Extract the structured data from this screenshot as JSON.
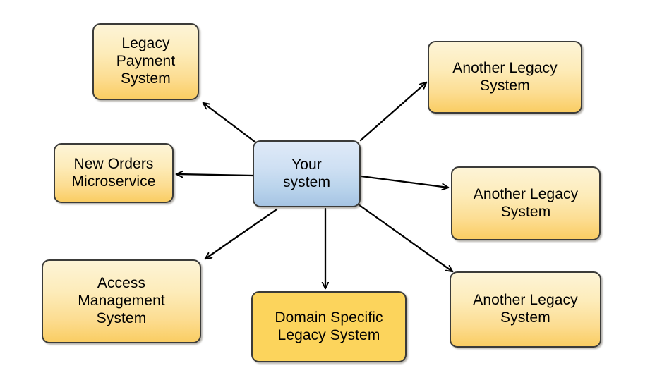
{
  "diagram": {
    "type": "hub-and-spoke-integration-diagram",
    "title": "",
    "center": {
      "id": "your-system",
      "label": "Your\nsystem",
      "fill_style": "blue-gradient",
      "fill_top": "#dfeaf8",
      "fill_bottom": "#a6c4e3",
      "border_color": "#3b3b39"
    },
    "nodes": [
      {
        "id": "legacy-payment-system",
        "label": "Legacy\nPayment\nSystem",
        "position": "top-left",
        "fill_style": "amber-gradient",
        "fill_top": "#fdf4d7",
        "fill_bottom": "#facd63",
        "border_color": "#3b3b39"
      },
      {
        "id": "another-legacy-system-top-right",
        "label": "Another Legacy\nSystem",
        "position": "top-right",
        "fill_style": "amber-gradient",
        "fill_top": "#fdf4d7",
        "fill_bottom": "#facd63",
        "border_color": "#3b3b39"
      },
      {
        "id": "new-orders-microservice",
        "label": "New Orders\nMicroservice",
        "position": "middle-left",
        "fill_style": "amber-gradient",
        "fill_top": "#fdf4d7",
        "fill_bottom": "#facd63",
        "border_color": "#3b3b39"
      },
      {
        "id": "another-legacy-system-middle-right",
        "label": "Another Legacy\nSystem",
        "position": "middle-right",
        "fill_style": "amber-gradient",
        "fill_top": "#fdf4d7",
        "fill_bottom": "#facd63",
        "border_color": "#3b3b39"
      },
      {
        "id": "access-management-system",
        "label": "Access\nManagement\nSystem",
        "position": "bottom-left",
        "fill_style": "amber-gradient",
        "fill_top": "#fdf4d7",
        "fill_bottom": "#facd63",
        "border_color": "#3b3b39"
      },
      {
        "id": "domain-specific-legacy-system",
        "label": "Domain Specific\nLegacy System",
        "position": "bottom-center",
        "fill_style": "amber-flat",
        "fill_top": "#fcd45c",
        "fill_bottom": "#fcd45c",
        "border_color": "#3b3b39"
      },
      {
        "id": "another-legacy-system-bottom-right",
        "label": "Another Legacy\nSystem",
        "position": "bottom-right",
        "fill_style": "amber-gradient",
        "fill_top": "#fdf4d7",
        "fill_bottom": "#facd63",
        "border_color": "#3b3b39"
      }
    ],
    "connectors": [
      {
        "id": "conn-to-legacy-payment",
        "from": "your-system",
        "to": "legacy-payment-system",
        "direction": "outgoing",
        "arrowhead": "open-v",
        "color": "#000000"
      },
      {
        "id": "conn-to-another-top-right",
        "from": "your-system",
        "to": "another-legacy-system-top-right",
        "direction": "outgoing",
        "arrowhead": "open-v",
        "color": "#000000"
      },
      {
        "id": "conn-to-new-orders",
        "from": "your-system",
        "to": "new-orders-microservice",
        "direction": "outgoing",
        "arrowhead": "open-v",
        "color": "#000000"
      },
      {
        "id": "conn-to-another-mid-right",
        "from": "your-system",
        "to": "another-legacy-system-middle-right",
        "direction": "outgoing",
        "arrowhead": "open-v",
        "color": "#000000"
      },
      {
        "id": "conn-to-access-management",
        "from": "your-system",
        "to": "access-management-system",
        "direction": "outgoing",
        "arrowhead": "open-v",
        "color": "#000000"
      },
      {
        "id": "conn-to-domain-specific",
        "from": "your-system",
        "to": "domain-specific-legacy-system",
        "direction": "outgoing",
        "arrowhead": "open-v",
        "color": "#000000"
      },
      {
        "id": "conn-to-another-bot-right",
        "from": "your-system",
        "to": "another-legacy-system-bottom-right",
        "direction": "outgoing",
        "arrowhead": "open-v",
        "color": "#000000"
      }
    ]
  }
}
